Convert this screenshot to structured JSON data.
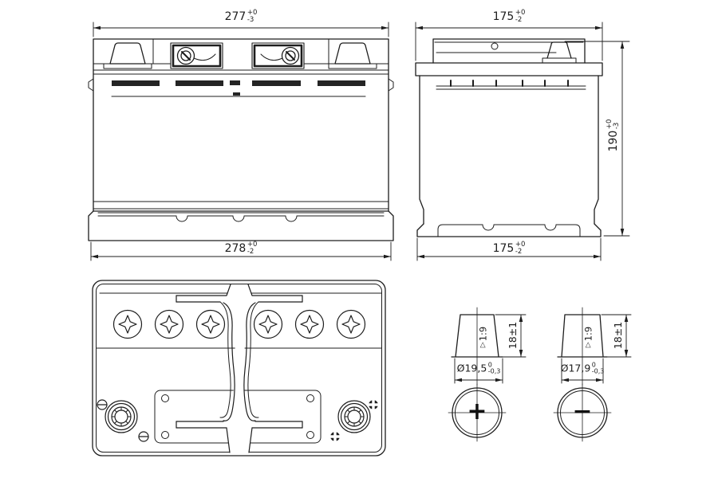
{
  "drawing": {
    "type": "technical-dimensional-drawing",
    "subject": "automotive starter battery - orthographic views",
    "line_color": "#1d1d1d",
    "background": "#ffffff",
    "front_view": {
      "width_top": {
        "value": "277",
        "tol_upper": "+0",
        "tol_lower": "-3"
      },
      "width_bottom": {
        "value": "278",
        "tol_upper": "+0",
        "tol_lower": "-2"
      }
    },
    "side_view": {
      "width_top": {
        "value": "175",
        "tol_upper": "+0",
        "tol_lower": "-2"
      },
      "width_bottom": {
        "value": "175",
        "tol_upper": "+0",
        "tol_lower": "-2"
      },
      "height": {
        "value": "190",
        "tol_upper": "+0",
        "tol_lower": "-3"
      }
    },
    "terminal_positive": {
      "taper_symbol": "▷",
      "taper": "1:9",
      "height": "18±1",
      "diameter": "Ø19,5",
      "dia_tol_upper": "0",
      "dia_tol_lower": "-0,3",
      "polarity_mark": "+"
    },
    "terminal_negative": {
      "taper_symbol": "▷",
      "taper": "1:9",
      "height": "18±1",
      "diameter": "Ø17,9",
      "dia_tol_upper": "0",
      "dia_tol_lower": "-0,3",
      "polarity_mark": "−"
    }
  }
}
